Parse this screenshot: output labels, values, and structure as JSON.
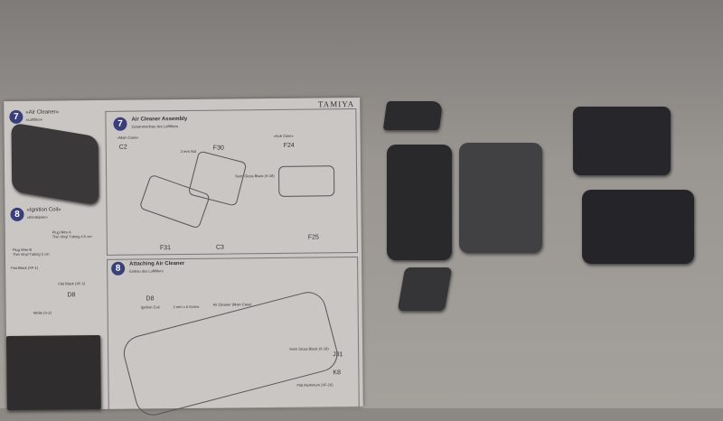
{
  "sheet": {
    "brand": "TAMIYA",
    "left_col": {
      "step7_num": "7",
      "step7_title": "«Air Cleaner»",
      "step7_sub": "«Luftfilter»",
      "step8_num": "8",
      "step8_title": "«Ignition Coil»",
      "step8_sub": "«Zündspule»",
      "plug_wire_a": "Plug Wire A",
      "plug_wire_a_tube": "Thin Vinyl Tubing 4.5 cm",
      "plug_wire_b": "Plug Wire B",
      "plug_wire_b_tube": "Thin Vinyl Tubing 5 cm",
      "flat_black_1": "Flat Black (XF-1)",
      "flat_black_2": "Flat Black (XF-1)",
      "d8": "D8",
      "white": "White (X-2)"
    },
    "step7": {
      "num": "7",
      "title": "Air Cleaner Assembly",
      "subtitle": "Zusammenbau des Luftfilters",
      "main_case": "«Main Case»",
      "sub_case": "«Sub Case»",
      "nut": "2 mm Nut",
      "parts": [
        "C2",
        "F30",
        "F24",
        "F31",
        "C3",
        "F25"
      ],
      "paint": "Semi Gloss Black (X-18)"
    },
    "step8": {
      "num": "8",
      "title": "Attaching Air Cleaner",
      "subtitle": "Einbau des Luftfilters",
      "d8": "D8",
      "ignition_coil": "Ignition Coil",
      "screw": "2 mm x 6 Screw",
      "air_cleaner": "Air Cleaner (Main Case)",
      "semi_gloss": "Semi Gloss Black (X-18)",
      "j31": "J31",
      "k8": "K8",
      "flat_aluminum": "Flat Aluminum (XF-16)"
    }
  }
}
